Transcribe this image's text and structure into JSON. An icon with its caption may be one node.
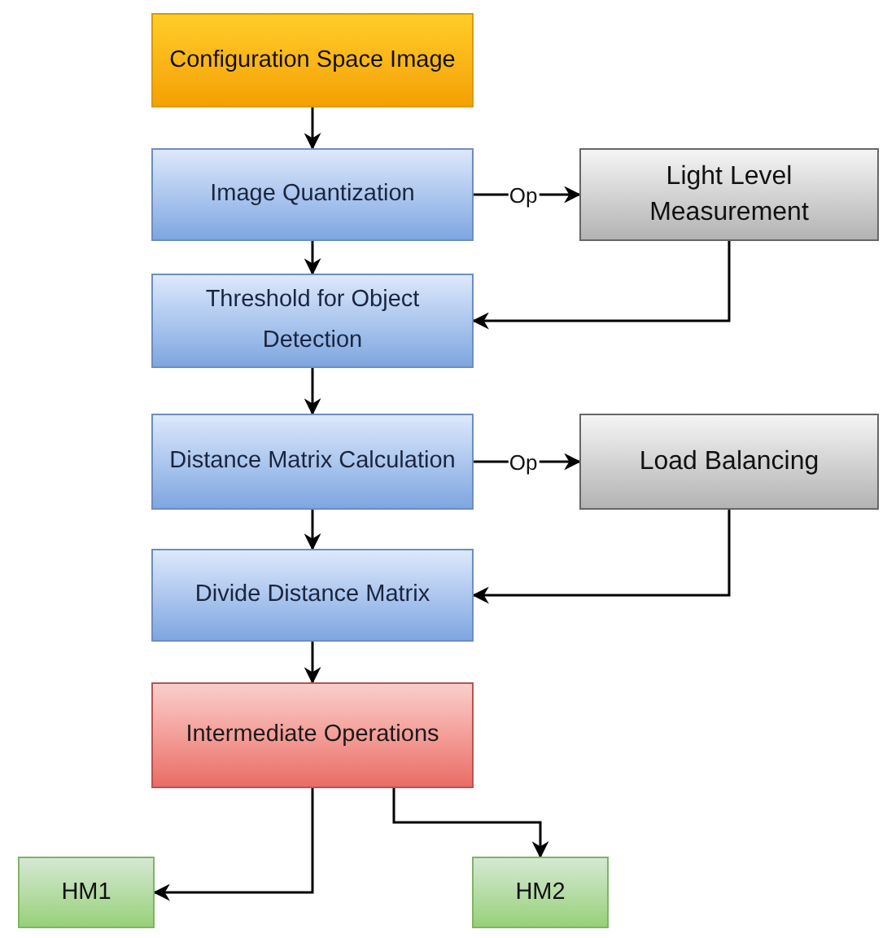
{
  "diagram": {
    "nodes": [
      {
        "text": [
          "Configuration Space Image"
        ]
      },
      {
        "text": [
          "Image Quantization"
        ]
      },
      {
        "text": [
          "Light Level Measurement"
        ]
      },
      {
        "text": [
          "Threshold for Object Detection"
        ]
      },
      {
        "text": [
          "Distance Matrix Calculation"
        ]
      },
      {
        "text": [
          "Load Balancing"
        ]
      },
      {
        "text": [
          "Divide Distance Matrix"
        ]
      },
      {
        "text": [
          "Intermediate Operations"
        ]
      },
      {
        "text": [
          "HM1"
        ]
      },
      {
        "text": [
          "HM2"
        ]
      }
    ],
    "edges": [
      {
        "from": 0,
        "to": 1,
        "arrow": "to"
      },
      {
        "from": 1,
        "to": 2,
        "arrow": "to",
        "label": "Op"
      },
      {
        "from": 2,
        "to": 3,
        "arrow": "to"
      },
      {
        "from": 1,
        "to": 3,
        "arrow": "to"
      },
      {
        "from": 3,
        "to": 4,
        "arrow": "to"
      },
      {
        "from": 4,
        "to": 5,
        "arrow": "to",
        "label": "Op"
      },
      {
        "from": 5,
        "to": 6,
        "arrow": "to"
      },
      {
        "from": 4,
        "to": 6,
        "arrow": "to"
      },
      {
        "from": 6,
        "to": 7,
        "arrow": "to"
      },
      {
        "from": 7,
        "to": 8,
        "arrow": "to"
      },
      {
        "from": 7,
        "to": 9,
        "arrow": "to"
      }
    ]
  }
}
